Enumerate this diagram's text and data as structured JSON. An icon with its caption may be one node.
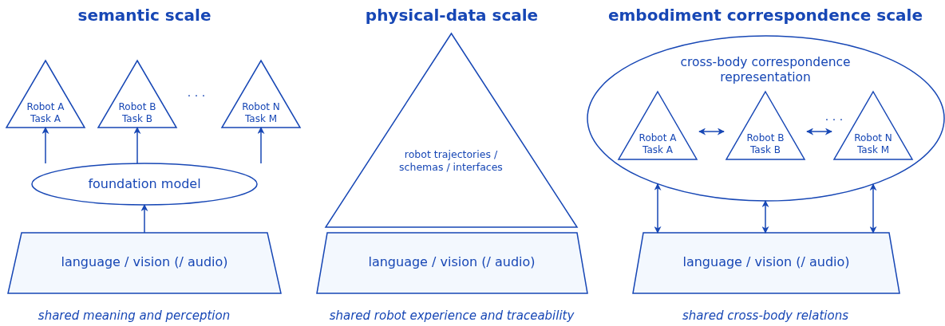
{
  "diagram": {
    "nodes": [
      {
        "text": [
          "Robot A Task A"
        ]
      },
      {
        "text": [
          "Robot B Task B"
        ]
      },
      {
        "text": [
          "Robot N Task M"
        ]
      },
      {
        "text": [
          "foundation model"
        ]
      },
      {
        "text": [
          "language / vision (/ audio)"
        ]
      },
      {
        "text": [
          "robot trajectories / schemas / interfaces"
        ]
      },
      {
        "text": [
          "language / vision (/ audio)"
        ]
      },
      {
        "text": [
          "cross-body correspondence representation"
        ]
      },
      {
        "text": [
          "Robot A Task A"
        ],
        "in": 7
      },
      {
        "text": [
          "Robot B Task B"
        ],
        "in": 7
      },
      {
        "text": [
          "Robot N Task M"
        ],
        "in": 7
      },
      {
        "text": [
          "language / vision (/ audio)"
        ]
      }
    ],
    "edges": [
      {
        "from": 3,
        "to": 0,
        "arrow": "to"
      },
      {
        "from": 3,
        "to": 1,
        "arrow": "to"
      },
      {
        "from": 3,
        "to": 2,
        "arrow": "to"
      },
      {
        "from": 4,
        "to": 3,
        "arrow": "to"
      },
      {
        "from": 8,
        "to": 9,
        "arrow": "both"
      },
      {
        "from": 9,
        "to": 10,
        "arrow": "both"
      },
      {
        "from": 11,
        "to": 7,
        "arrow": "both"
      },
      {
        "from": 11,
        "to": 7,
        "arrow": "both"
      },
      {
        "from": 11,
        "to": 7,
        "arrow": "both"
      }
    ],
    "labels": [
      "semantic scale",
      "physical-data scale",
      "embodiment correspondence scale",
      "· · ·",
      "· · ·",
      "shared meaning and perception",
      "shared robot experience and traceability",
      "shared cross-body relations"
    ]
  }
}
